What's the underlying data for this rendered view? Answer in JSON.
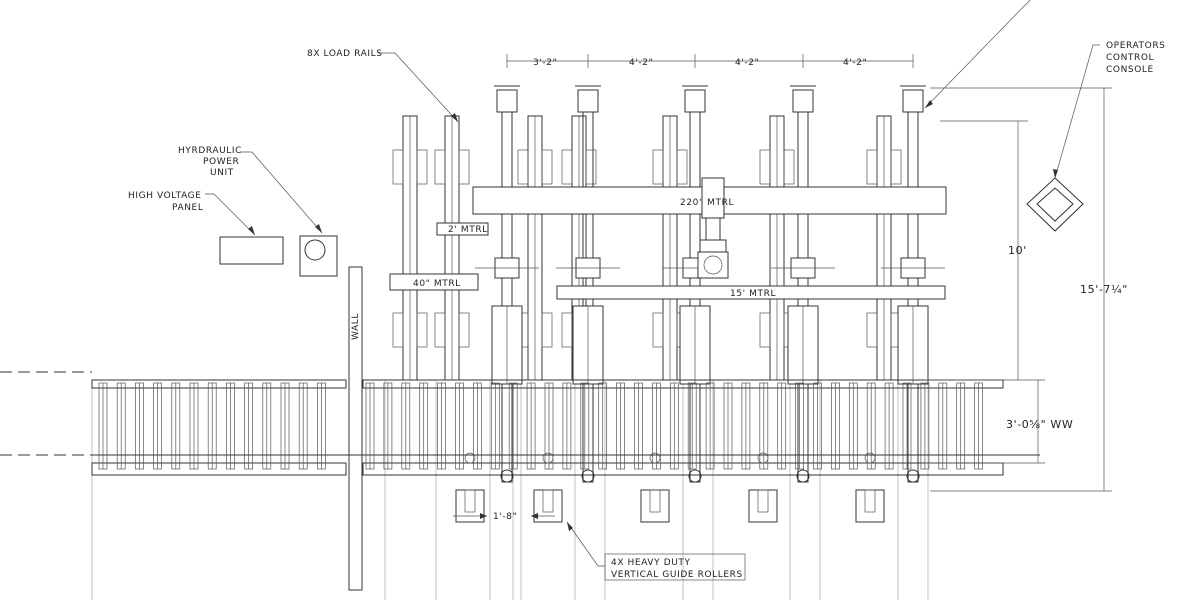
{
  "labels": {
    "load_rails": "8X LOAD RAILS",
    "hydraulic_power_unit": [
      "HYRDRAULIC",
      "POWER",
      "UNIT"
    ],
    "high_voltage_panel": [
      "HIGH VOLTAGE",
      "PANEL"
    ],
    "operators_control_console": [
      "OPERATORS",
      "CONTROL",
      "CONSOLE"
    ],
    "guide_rollers": [
      "4X HEAVY DUTY",
      "VERTICAL GUIDE ROLLERS"
    ],
    "wall": "WALL"
  },
  "materials": {
    "mtrl_220": "220\" MTRL",
    "mtrl_2": "2' MTRL",
    "mtrl_40": "40\" MTRL",
    "mtrl_15": "15' MTRL"
  },
  "dimensions": {
    "spacing_1": "3'-2\"",
    "spacing_2": "4'-2\"",
    "spacing_3": "4'-2\"",
    "spacing_4": "4'-2\"",
    "height_10": "10'",
    "height_total": "15'-7¼\"",
    "ww": "3'-0⅝\" WW",
    "roller_gap": "1'-8\""
  }
}
